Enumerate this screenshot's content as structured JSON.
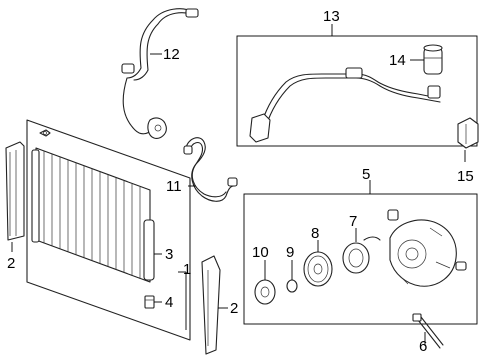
{
  "callouts": {
    "c1": "1",
    "c2a": "2",
    "c2b": "2",
    "c3": "3",
    "c4": "4",
    "c5": "5",
    "c6": "6",
    "c7": "7",
    "c8": "8",
    "c9": "9",
    "c10": "10",
    "c11": "11",
    "c12": "12",
    "c13": "13",
    "c14": "14",
    "c15": "15"
  },
  "colors": {
    "line": "#222222",
    "text": "#000000",
    "background": "#ffffff"
  }
}
